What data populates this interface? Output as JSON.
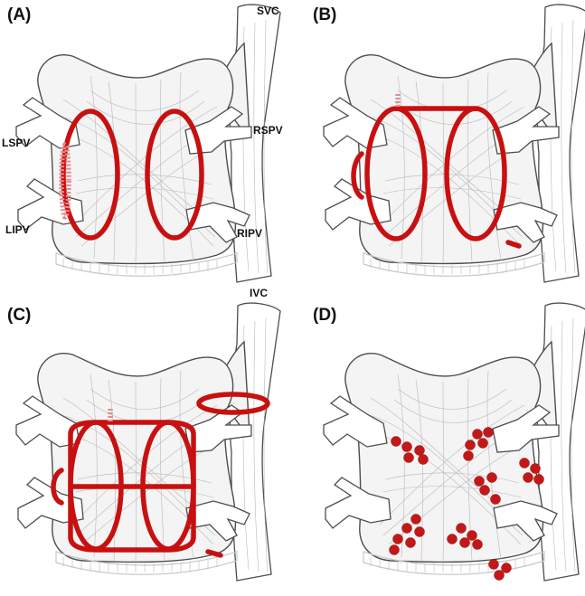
{
  "figure": {
    "panels": [
      {
        "id": "A",
        "label": "(A)",
        "strategy": "bilateral PV encircling ellipses"
      },
      {
        "id": "B",
        "label": "(B)",
        "strategy": "PV isolation + roof line + mitral line"
      },
      {
        "id": "C",
        "label": "(C)",
        "strategy": "box lesion + SVC isolation + floor line"
      },
      {
        "id": "D",
        "label": "(D)",
        "strategy": "focal ablation points"
      }
    ],
    "vessels": {
      "svc": "SVC",
      "ivc": "IVC",
      "lspv": "LSPV",
      "lipv": "LIPV",
      "rspv": "RSPV",
      "ripv": "RIPV"
    },
    "colors": {
      "lesion": "#c81010",
      "outline": "#4d4d4d",
      "fiber": "#b8b8b8"
    },
    "icons": [
      "left-atrium-drawing",
      "ablation-lesion-line",
      "ablation-point-dot"
    ]
  }
}
